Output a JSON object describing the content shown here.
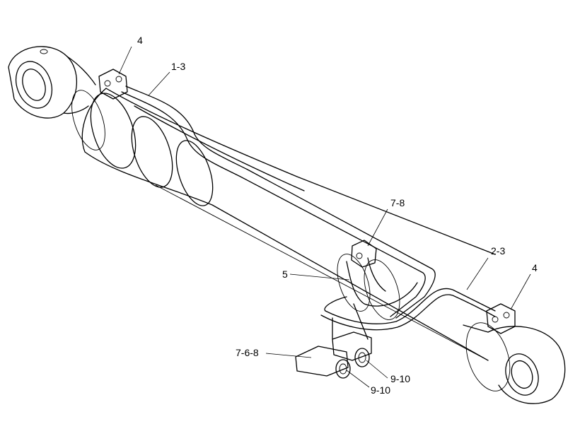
{
  "labels": {
    "top_left_4": "4",
    "top_1_3": "1-3",
    "mid_7_8": "7-8",
    "right_2_3": "2-3",
    "right_4": "4",
    "left_5": "5",
    "lower_7_6_8": "7-6-8",
    "lower_9_10_a": "9-10",
    "lower_9_10_b": "9-10"
  }
}
